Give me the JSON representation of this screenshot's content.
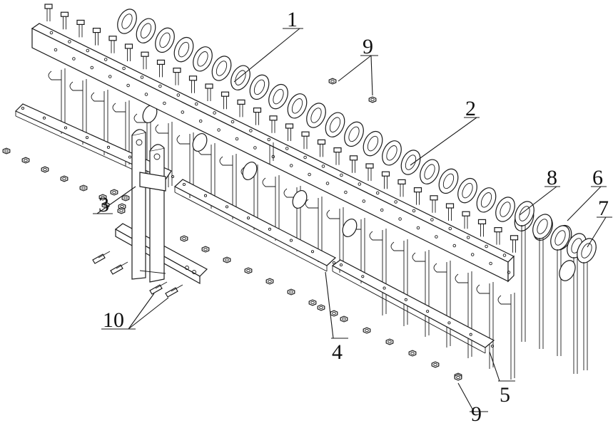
{
  "labels": {
    "l1": "1",
    "l2": "2",
    "l3": "3",
    "l4": "4",
    "l5": "5",
    "l6": "6",
    "l7": "7",
    "l8": "8",
    "l9a": "9",
    "l9b": "9",
    "l10": "10"
  },
  "colors": {
    "line": "#1a1a1a",
    "background": "#ffffff"
  }
}
